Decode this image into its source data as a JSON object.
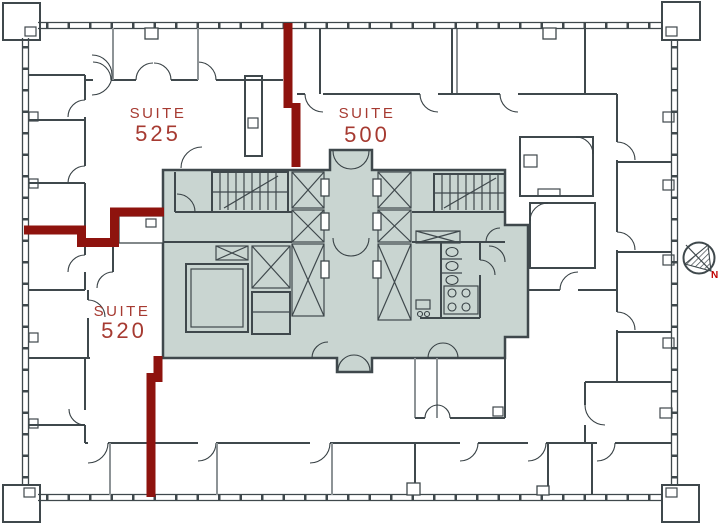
{
  "plan": {
    "suites": [
      {
        "label": "SUITE",
        "number": "525"
      },
      {
        "label": "SUITE",
        "number": "500"
      },
      {
        "label": "SUITE",
        "number": "520"
      }
    ],
    "compass": {
      "label": "N"
    },
    "colors": {
      "wall": "#3f484c",
      "light_wall": "#8d9396",
      "core_fill": "#c9d5d1",
      "demising_wall": "#8e130e",
      "suite_label_text": "#a63a31",
      "north_label_text": "#c00000",
      "background": "#ffffff"
    },
    "features": {
      "core": "building core with two stairwells, six elevators, restrooms",
      "compass_position": "outside right wall, needle pointing southeast"
    }
  }
}
